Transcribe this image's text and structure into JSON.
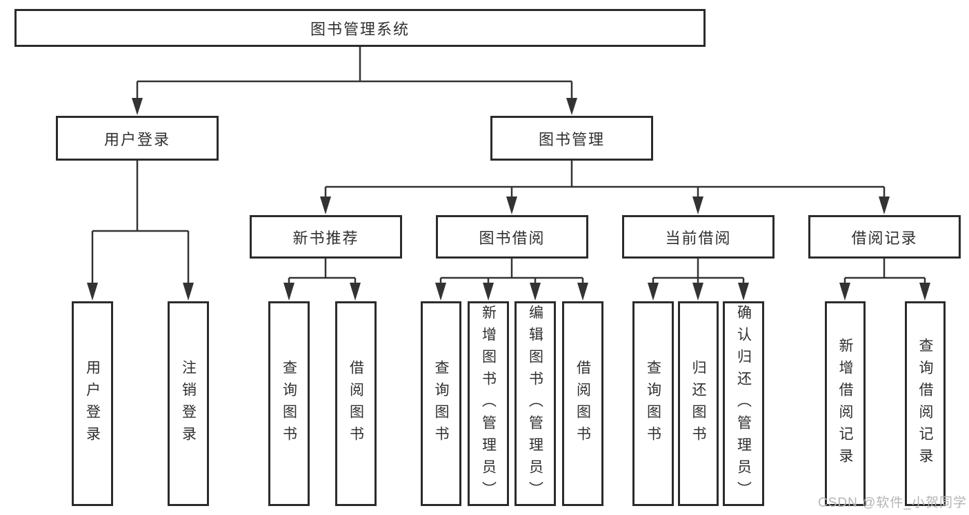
{
  "diagram": {
    "watermark": "CSDN @软件_小贺同学",
    "colors": {
      "line": "#333333",
      "box_border": "#2b2b2b",
      "text": "#2f2f2f",
      "watermark": "#b5b5b5",
      "background": "#ffffff"
    },
    "tree": {
      "root": "图书管理系统",
      "children": [
        {
          "label": "用户登录",
          "children": [
            "用户登录",
            "注销登录"
          ]
        },
        {
          "label": "图书管理",
          "children": [
            {
              "label": "新书推荐",
              "children": [
                "查询图书",
                "借阅图书"
              ]
            },
            {
              "label": "图书借阅",
              "children": [
                "查询图书",
                "新增图书（管理员）",
                "编辑图书（管理员）",
                "借阅图书"
              ]
            },
            {
              "label": "当前借阅",
              "children": [
                "查询图书",
                "归还图书",
                "确认归还（管理员）"
              ]
            },
            {
              "label": "借阅记录",
              "children": [
                "新增借阅记录",
                "查询借阅记录"
              ]
            }
          ]
        }
      ]
    }
  }
}
